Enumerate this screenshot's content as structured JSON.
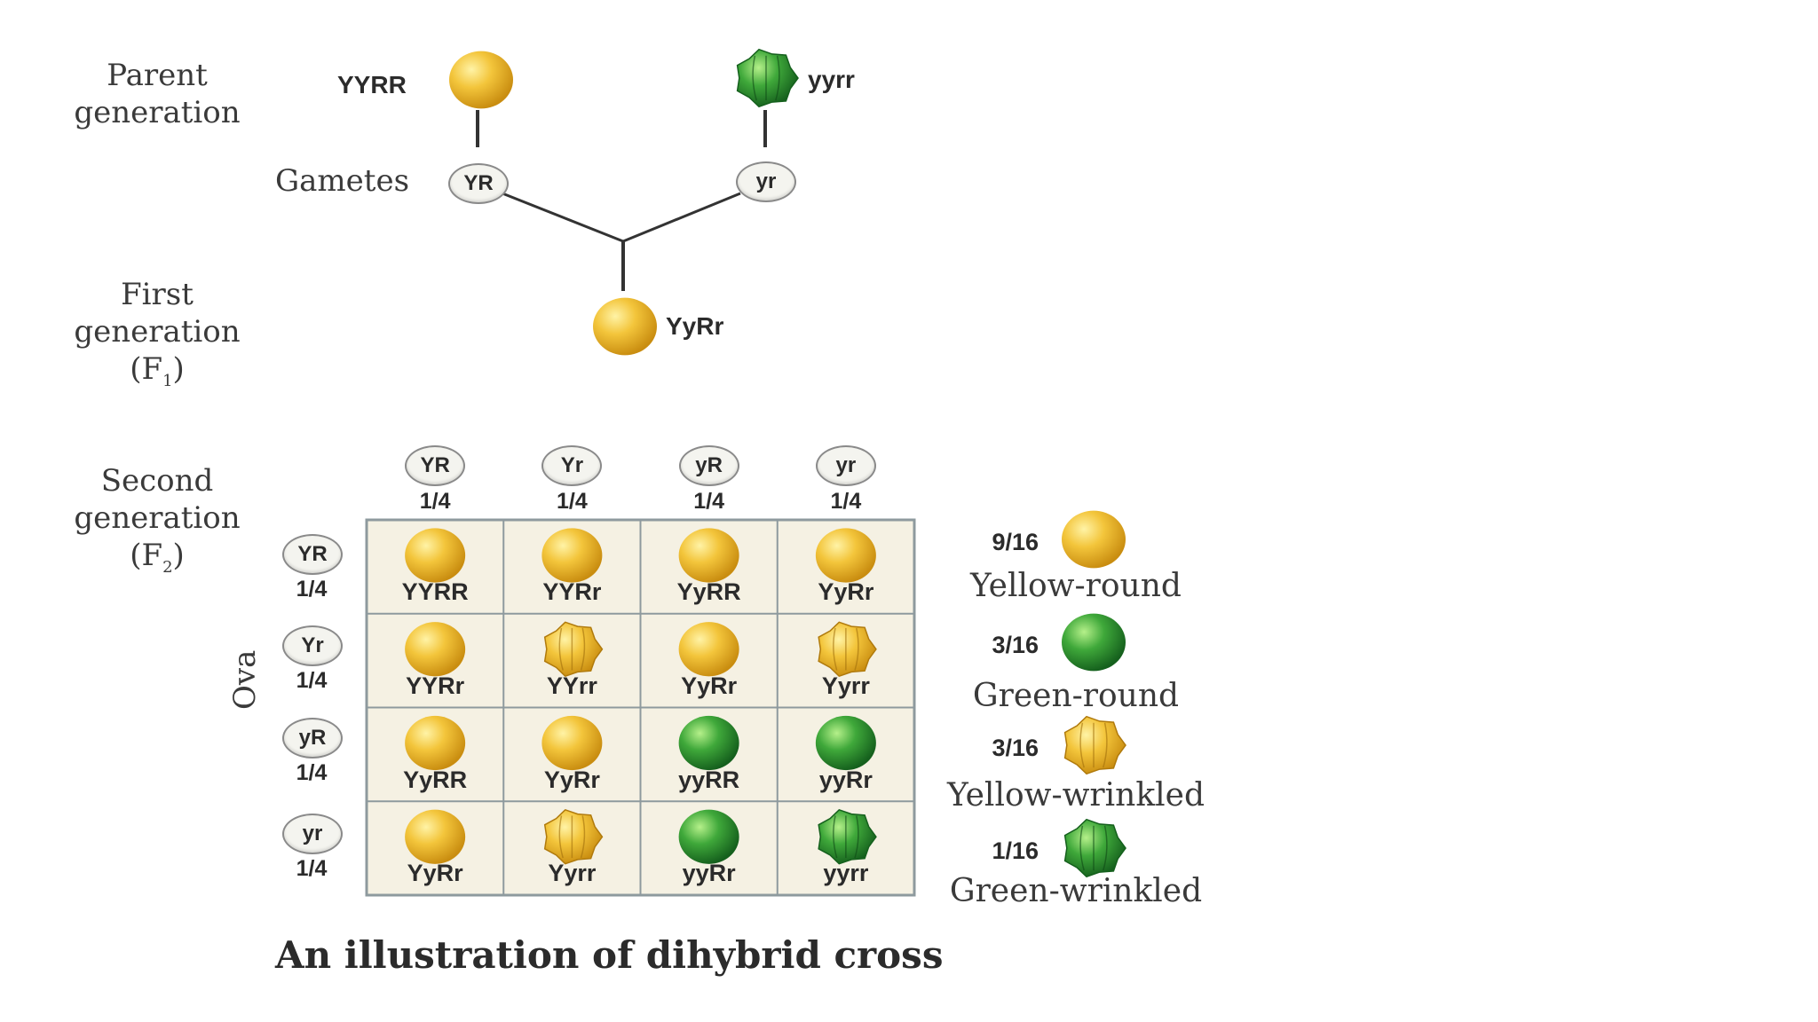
{
  "labels": {
    "parent": [
      "Parent",
      "generation"
    ],
    "gametes": "Gametes",
    "first": [
      "First",
      "generation",
      "(F",
      "1",
      ")"
    ],
    "second": [
      "Second",
      "generation",
      "(F",
      "2",
      ")"
    ],
    "ova": "Ova",
    "caption": "An illustration of dihybrid cross"
  },
  "parents": {
    "left": {
      "genotype": "YYRR",
      "gamete": "YR",
      "color": "yellow",
      "shape": "round"
    },
    "right": {
      "genotype": "yyrr",
      "gamete": "yr",
      "color": "green",
      "shape": "wrinkled"
    }
  },
  "f1": {
    "genotype": "YyRr",
    "color": "yellow",
    "shape": "round"
  },
  "sperm_gametes": [
    {
      "allele": "YR",
      "fraction": "1/4"
    },
    {
      "allele": "Yr",
      "fraction": "1/4"
    },
    {
      "allele": "yR",
      "fraction": "1/4"
    },
    {
      "allele": "yr",
      "fraction": "1/4"
    }
  ],
  "ova_gametes": [
    {
      "allele": "YR",
      "fraction": "1/4"
    },
    {
      "allele": "Yr",
      "fraction": "1/4"
    },
    {
      "allele": "yR",
      "fraction": "1/4"
    },
    {
      "allele": "yr",
      "fraction": "1/4"
    }
  ],
  "punnett": [
    [
      {
        "genotype": "YYRR",
        "color": "yellow",
        "shape": "round"
      },
      {
        "genotype": "YYRr",
        "color": "yellow",
        "shape": "round"
      },
      {
        "genotype": "YyRR",
        "color": "yellow",
        "shape": "round"
      },
      {
        "genotype": "YyRr",
        "color": "yellow",
        "shape": "round"
      }
    ],
    [
      {
        "genotype": "YYRr",
        "color": "yellow",
        "shape": "round"
      },
      {
        "genotype": "YYrr",
        "color": "yellow",
        "shape": "wrinkled"
      },
      {
        "genotype": "YyRr",
        "color": "yellow",
        "shape": "round"
      },
      {
        "genotype": "Yyrr",
        "color": "yellow",
        "shape": "wrinkled"
      }
    ],
    [
      {
        "genotype": "YyRR",
        "color": "yellow",
        "shape": "round"
      },
      {
        "genotype": "YyRr",
        "color": "yellow",
        "shape": "round"
      },
      {
        "genotype": "yyRR",
        "color": "green",
        "shape": "round"
      },
      {
        "genotype": "yyRr",
        "color": "green",
        "shape": "round"
      }
    ],
    [
      {
        "genotype": "YyRr",
        "color": "yellow",
        "shape": "round"
      },
      {
        "genotype": "Yyrr",
        "color": "yellow",
        "shape": "wrinkled"
      },
      {
        "genotype": "yyRr",
        "color": "green",
        "shape": "round"
      },
      {
        "genotype": "yyrr",
        "color": "green",
        "shape": "wrinkled"
      }
    ]
  ],
  "phenotypes": [
    {
      "fraction": "9/16",
      "name": "Yellow-round",
      "color": "yellow",
      "shape": "round"
    },
    {
      "fraction": "3/16",
      "name": "Green-round",
      "color": "green",
      "shape": "round"
    },
    {
      "fraction": "3/16",
      "name": "Yellow-wrinkled",
      "color": "yellow",
      "shape": "wrinkled"
    },
    {
      "fraction": "1/16",
      "name": "Green-wrinkled",
      "color": "green",
      "shape": "wrinkled"
    }
  ],
  "colors": {
    "yellow_light": "#fff3a6",
    "yellow_mid": "#f3c53b",
    "yellow_dark": "#c98d10",
    "green_light": "#b5f08a",
    "green_mid": "#3fa83a",
    "green_dark": "#15601d",
    "grid_fill": "#f5f1e3",
    "grid_line": "#8e9a9e"
  }
}
